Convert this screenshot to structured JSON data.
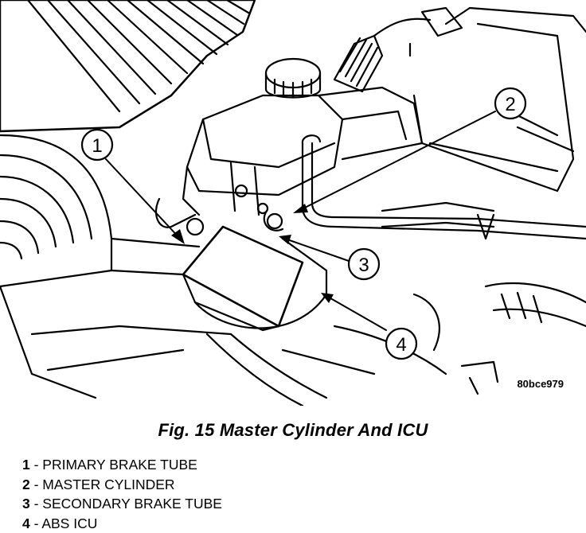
{
  "figure": {
    "art_code": "80bce979",
    "caption": "Fig. 15 Master Cylinder And ICU",
    "callouts": [
      {
        "number": "1",
        "label": "PRIMARY BRAKE TUBE"
      },
      {
        "number": "2",
        "label": "MASTER CYLINDER"
      },
      {
        "number": "3",
        "label": "SECONDARY BRAKE TUBE"
      },
      {
        "number": "4",
        "label": "ABS ICU"
      }
    ]
  },
  "legend": {
    "separator": " - "
  }
}
